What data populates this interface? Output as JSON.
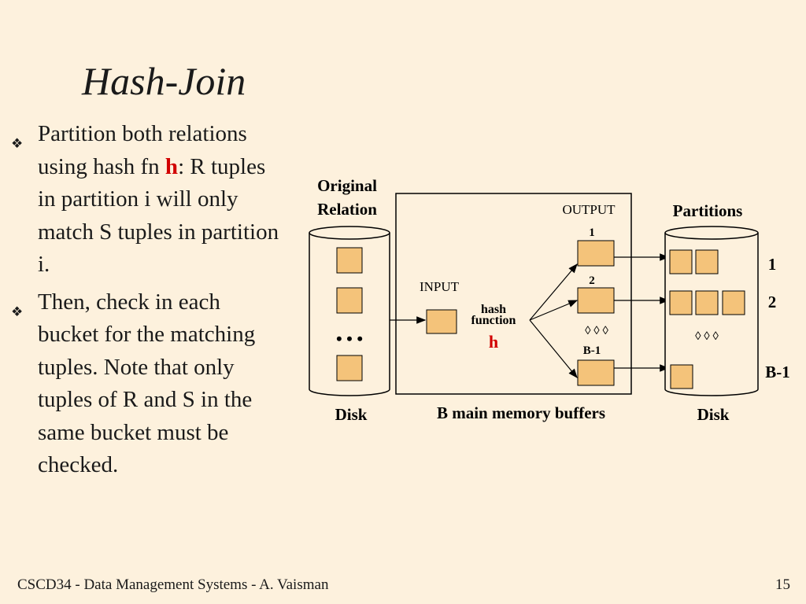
{
  "title": "Hash-Join",
  "bullets": [
    {
      "before": "Partition both relations using hash fn ",
      "highlight": "h",
      "after": ":  R tuples in partition i will only match S tuples in partition i."
    },
    {
      "before": "Then, check in each bucket for the matching tuples. Note that only tuples of R and S  in the same  bucket must be checked.",
      "highlight": "",
      "after": ""
    }
  ],
  "diagram": {
    "original_relation_l1": "Original",
    "original_relation_l2": "Relation",
    "disk_left": "Disk",
    "disk_right": "Disk",
    "memory_label": "B main memory buffers",
    "output_label": "OUTPUT",
    "input_label": "INPUT",
    "hash_l1": "hash",
    "hash_l2": "function",
    "hash_h": "h",
    "partitions_label": "Partitions",
    "buffer_1": "1",
    "buffer_2": "2",
    "buffer_b1": "B-1",
    "partition_1": "1",
    "partition_2": "2",
    "partition_b1": "B-1",
    "ellipsis_dots": "• • •",
    "diamond_dots": "◊ ◊ ◊"
  },
  "footer": {
    "left": "CSCD34 - Data Management Systems - A. Vaisman",
    "right": "15"
  },
  "colors": {
    "background": "#fdf1dd",
    "box_fill": "#f4c37a",
    "highlight": "#d10000"
  }
}
